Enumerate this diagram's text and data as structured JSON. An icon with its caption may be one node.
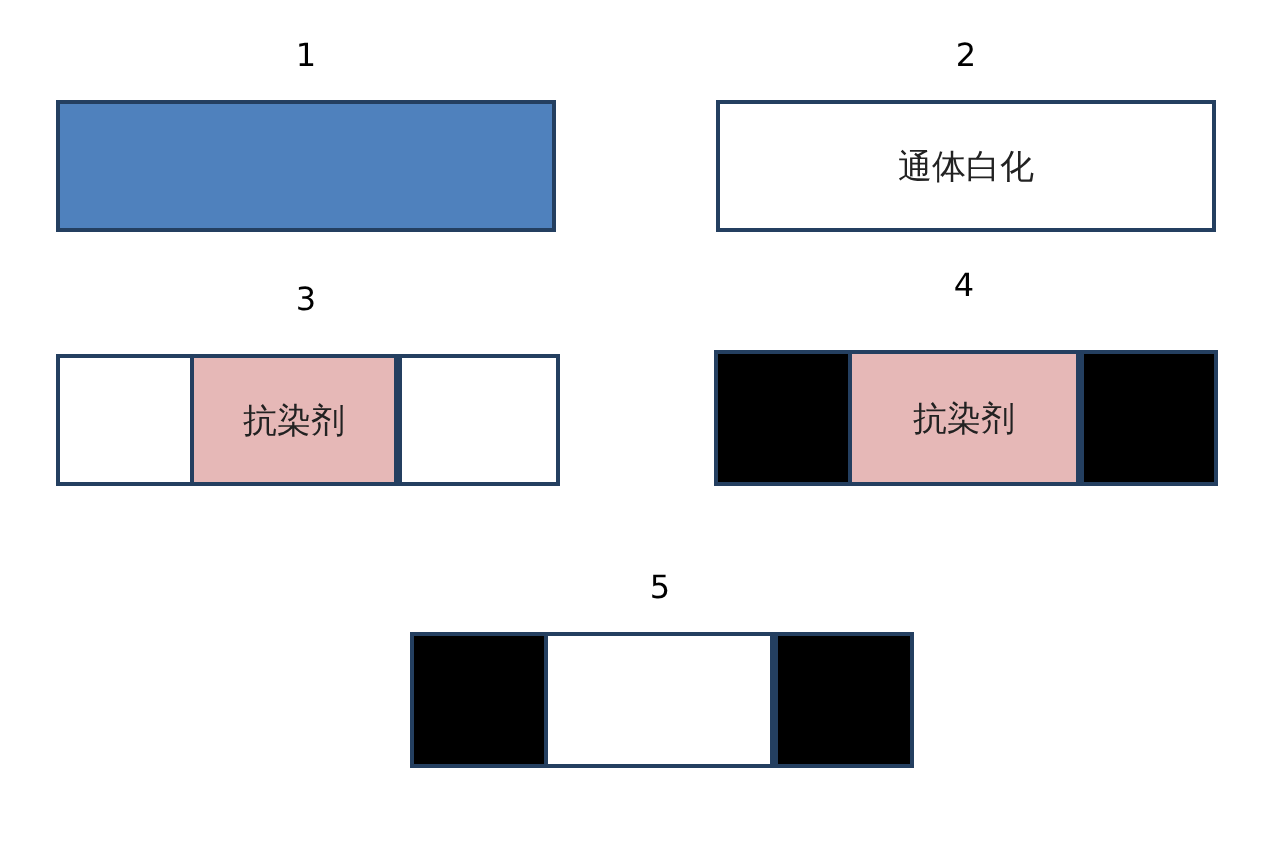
{
  "diagram": {
    "nodes": [
      {
        "text": [
          "1"
        ]
      },
      {
        "text": [
          "2",
          "通体白化"
        ]
      },
      {
        "text": [
          "3"
        ]
      },
      {
        "text": [],
        "shape": "box",
        "in": 2
      },
      {
        "text": [
          "抗染剂"
        ],
        "in": 2
      },
      {
        "text": [],
        "shape": "box",
        "in": 2
      },
      {
        "text": [
          "4"
        ]
      },
      {
        "text": [],
        "shape": "box",
        "in": 6
      },
      {
        "text": [
          "抗染剂"
        ],
        "in": 6
      },
      {
        "text": [],
        "shape": "box",
        "in": 6
      },
      {
        "text": [
          "5"
        ]
      },
      {
        "text": [],
        "shape": "box",
        "in": 10
      },
      {
        "text": [],
        "shape": "box",
        "in": 10
      },
      {
        "text": [],
        "shape": "box",
        "in": 10
      }
    ]
  }
}
